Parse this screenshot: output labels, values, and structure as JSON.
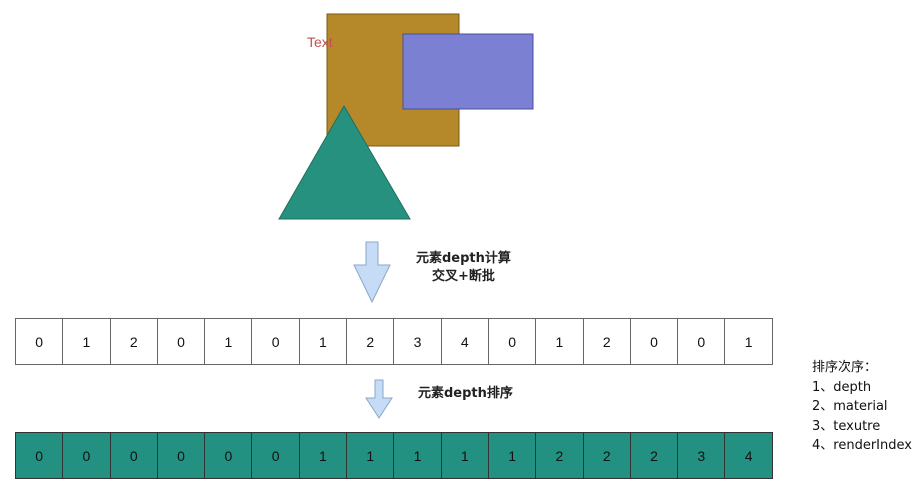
{
  "shapes": {
    "text_label": "Text",
    "colors": {
      "brown_square": "#b5892a",
      "blue_rect": "#7b80d3",
      "green_triangle": "#26917f",
      "text": "#c0504d"
    }
  },
  "step1": {
    "line1": "元素depth计算",
    "line2": "交叉+断批"
  },
  "unsorted_row": [
    "0",
    "1",
    "2",
    "0",
    "1",
    "0",
    "1",
    "2",
    "3",
    "4",
    "0",
    "1",
    "2",
    "0",
    "0",
    "1"
  ],
  "step2": {
    "line1": "元素depth排序"
  },
  "sorted_row": [
    "0",
    "0",
    "0",
    "0",
    "0",
    "0",
    "1",
    "1",
    "1",
    "1",
    "1",
    "2",
    "2",
    "2",
    "3",
    "4"
  ],
  "sort_order": {
    "title": "排序次序：",
    "items": [
      "1、depth",
      "2、material",
      "3、texutre",
      "4、renderIndex"
    ]
  },
  "colors": {
    "cell_fill_sorted": "#229182",
    "arrow_fill": "#c6dcf6",
    "arrow_stroke": "#8aa6c8"
  }
}
